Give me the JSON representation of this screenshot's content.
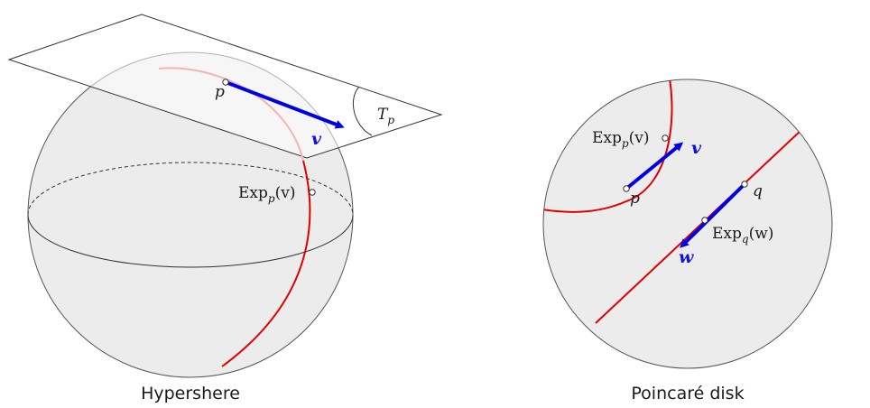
{
  "hypersphere": {
    "caption": "Hypershere",
    "point_label": "p",
    "tangent_space_label": "T",
    "tangent_space_sub": "p",
    "vector_label": "v",
    "exp_prefix": "Exp",
    "exp_sub": "p",
    "exp_arg": "(v)"
  },
  "poincare": {
    "caption": "Poincaré disk",
    "point_p_label": "p",
    "point_q_label": "q",
    "vector_v_label": "v",
    "vector_w_label": "w",
    "exp_p_prefix": "Exp",
    "exp_p_sub": "p",
    "exp_p_arg": "(v)",
    "exp_q_prefix": "Exp",
    "exp_q_sub": "q",
    "exp_q_arg": "(w)"
  },
  "colors": {
    "geodesic": "#e00000",
    "vector": "#0000e6",
    "surface": "#ececec",
    "outline": "#333333"
  }
}
